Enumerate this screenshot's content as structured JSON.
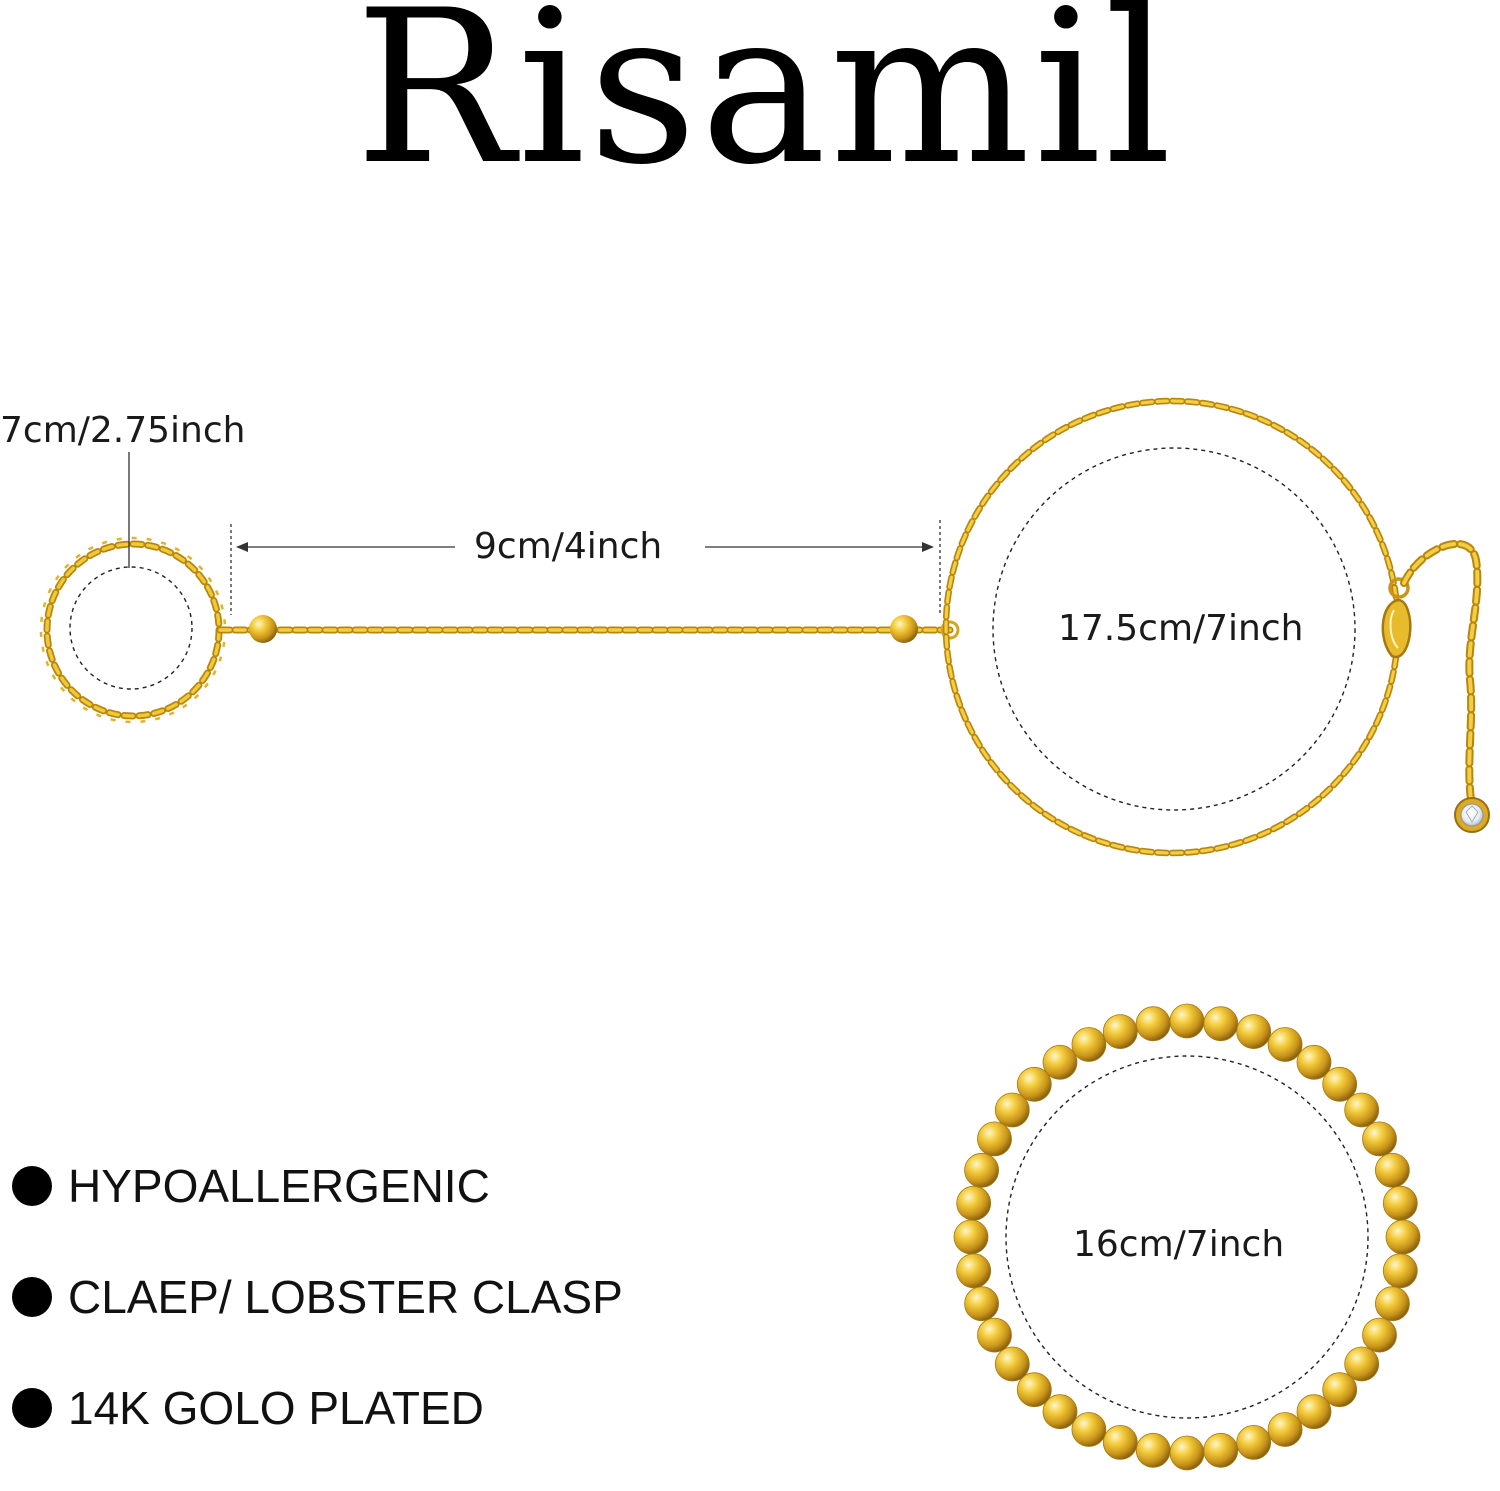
{
  "brand": {
    "name": "Risamil"
  },
  "measurements": {
    "finger_ring": "7cm/2.75inch",
    "connecting_chain": "9cm/4inch",
    "chain_bracelet": "17.5cm/7inch",
    "beaded_bracelet": "16cm/7inch"
  },
  "features": [
    {
      "label": "HYPOALLERGENIC"
    },
    {
      "label": "CLAEP/ LOBSTER CLASP"
    },
    {
      "label": "14K GOLO PLATED"
    }
  ],
  "colors": {
    "gold": "#e6b422",
    "gold_dark": "#b8860b",
    "text": "#111111",
    "background": "#ffffff"
  },
  "icons": {
    "feature_bullet": "filled-circle",
    "gem_charm": "cubic-zirconia-gem"
  }
}
